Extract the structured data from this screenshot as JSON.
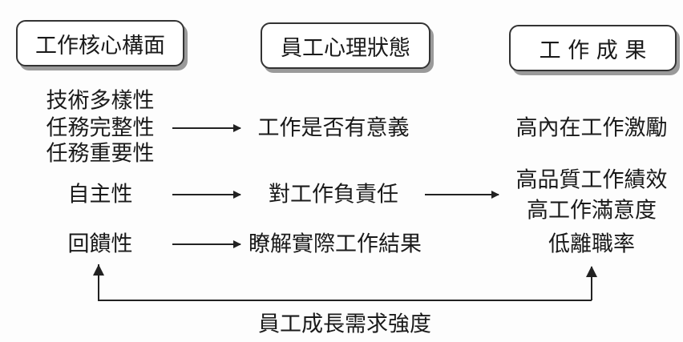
{
  "headers": {
    "core": "工作核心構面",
    "psych": "員工心理狀態",
    "outcome": "工 作 成 果"
  },
  "core_dimensions": [
    "技術多樣性",
    "任務完整性",
    "任務重要性",
    "自主性",
    "回饋性"
  ],
  "psych_states": [
    "工作是否有意義",
    "對工作負責任",
    "瞭解實際工作結果"
  ],
  "outcomes": [
    "高內在工作激勵",
    "高品質工作績效",
    "高工作滿意度",
    "低離職率"
  ],
  "moderator": "員工成長需求強度"
}
